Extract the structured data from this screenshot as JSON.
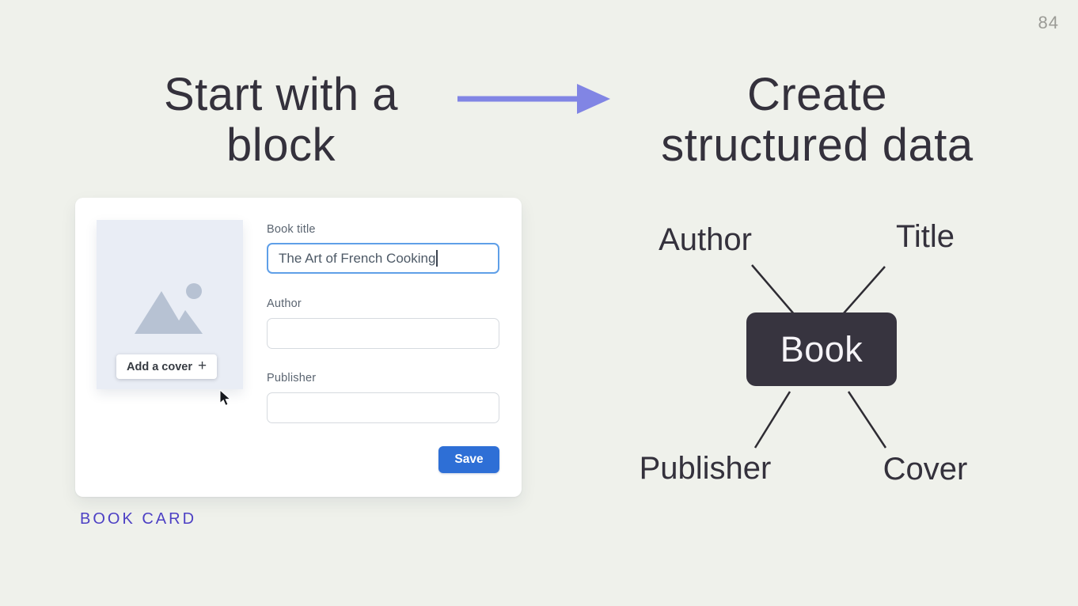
{
  "page_number": "84",
  "left_panel": {
    "title_line1": "Start with a",
    "title_line2": "block",
    "caption": "BOOK CARD",
    "card": {
      "cover_button_label": "Add a cover",
      "cover_button_plus": "+",
      "fields": [
        {
          "label": "Book title",
          "value": "The Art of French Cooking",
          "focused": true
        },
        {
          "label": "Author",
          "value": "",
          "focused": false
        },
        {
          "label": "Publisher",
          "value": "",
          "focused": false
        }
      ],
      "save_label": "Save"
    }
  },
  "right_panel": {
    "title_line1": "Create",
    "title_line2": "structured data",
    "diagram": {
      "center": "Book",
      "nodes": [
        "Author",
        "Title",
        "Publisher",
        "Cover"
      ]
    }
  },
  "colors": {
    "background": "#eff1eb",
    "heading_text": "#34313c",
    "arrow": "#8185e4",
    "save_button": "#2e6fd6",
    "focused_input_border": "#5f9fe8",
    "caption_purple": "#4d40c4",
    "book_box": "#37343f",
    "placeholder_bg": "#e9edf5",
    "placeholder_icon": "#b7c2d3"
  }
}
